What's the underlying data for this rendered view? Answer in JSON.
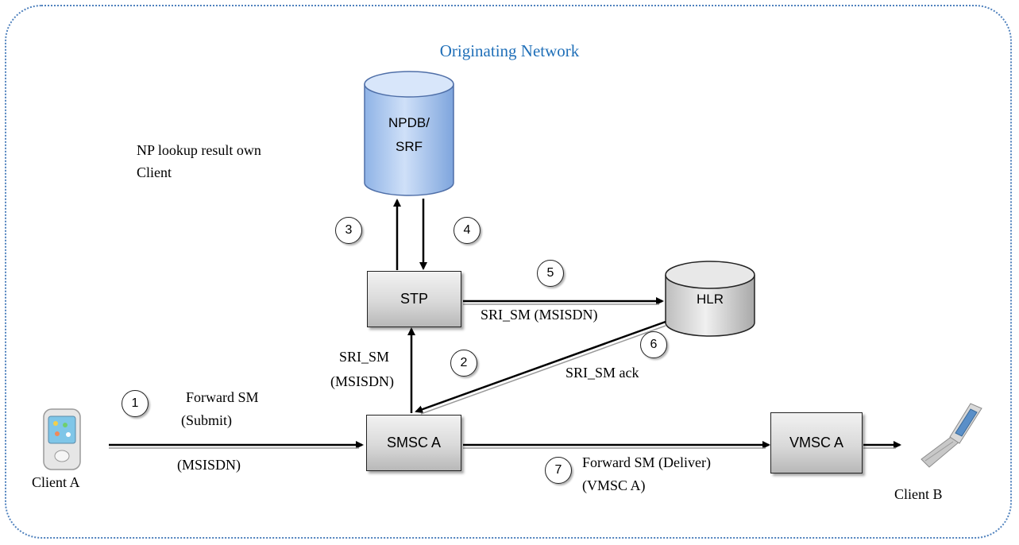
{
  "title": "Originating Network",
  "note": [
    "NP lookup result own",
    "Client"
  ],
  "nodes": {
    "npdb": [
      "NPDB/",
      "SRF"
    ],
    "stp": "STP",
    "hlr": "HLR",
    "smsc": "SMSC A",
    "vmsc": "VMSC A",
    "client_a": "Client A",
    "client_b": "Client B"
  },
  "steps": [
    "1",
    "2",
    "3",
    "4",
    "5",
    "6",
    "7"
  ],
  "labels": {
    "forward_sm": "Forward SM",
    "submit": "(Submit)",
    "msisdn": "(MSISDN)",
    "sri_sm": "SRI_SM",
    "sri_sm_msisdn_paren": "(MSISDN)",
    "sri_sm_msisdn": "SRI_SM (MSISDN)",
    "sri_sm_ack": "SRI_SM ack",
    "forward_sm_deliver": "Forward SM (Deliver)",
    "vmsc_a_paren": "(VMSC A)"
  },
  "colors": {
    "frame": "#4f81bd",
    "title": "#1f6fb8",
    "npdb_fill": "#a9c8f0"
  }
}
